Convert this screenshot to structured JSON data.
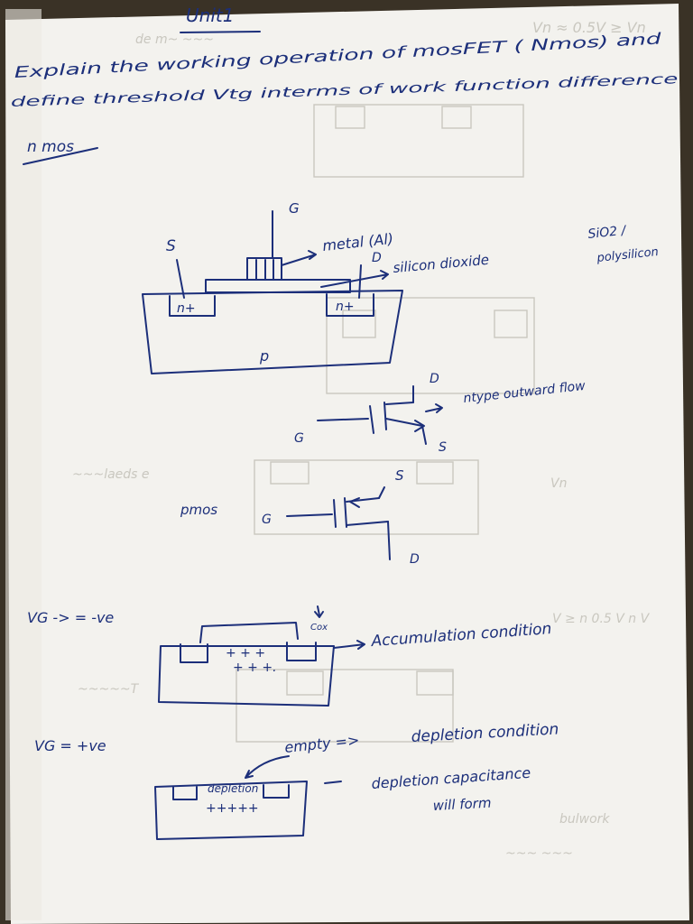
{
  "page": {
    "title": "Unit1",
    "question_line1": "Explain the working operation of mosFET ( Nmos) and",
    "question_line2": "define threshold Vtg interms of work function difference",
    "heading_nmos": "n mos"
  },
  "nmos_diagram": {
    "gate_label": "G",
    "source_label": "S",
    "drain_label": "D",
    "metal_label": "metal (Al)",
    "oxide_label": "silicon dioxide",
    "oxide_alt_label": "SiO2 /",
    "polysilicon_label": "polysilicon",
    "source_region_label": "n+",
    "drain_region_label": "n+",
    "substrate_label": "p"
  },
  "nmos_symbol": {
    "drain_label": "D",
    "gate_label": "G",
    "source_label": "S",
    "note": "ntype outward flow"
  },
  "pmos_symbol": {
    "heading": "pmos",
    "source_label": "S",
    "gate_label": "G",
    "drain_label": "D"
  },
  "accumulation": {
    "condition_label": "VG -> = -ve",
    "cox_label": "Cox",
    "charges_row1": "+ + +",
    "charges_row2": "+ + +.",
    "result_label": "Accumulation condition"
  },
  "depletion": {
    "condition_label": "VG = +ve",
    "empty_label": "empty =>",
    "region_label": "depletion condition",
    "inside_label": "depletion",
    "charges": "+++++",
    "result_line1": "depletion capacitance",
    "result_line2": "will form"
  }
}
